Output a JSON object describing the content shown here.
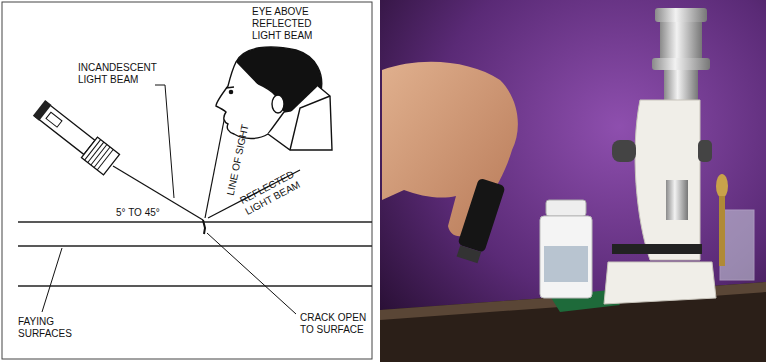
{
  "diagram": {
    "labels": [
      "EYE ABOVE REFLECTED LIGHT BEAM",
      "INCANDESCENT LIGHT BEAM",
      "LINE OF SIGHT",
      "REFLECTED LIGHT BEAM",
      "5° TO 45°",
      "FAYING SURFACES",
      "CRACK OPEN TO SURFACE"
    ]
  }
}
